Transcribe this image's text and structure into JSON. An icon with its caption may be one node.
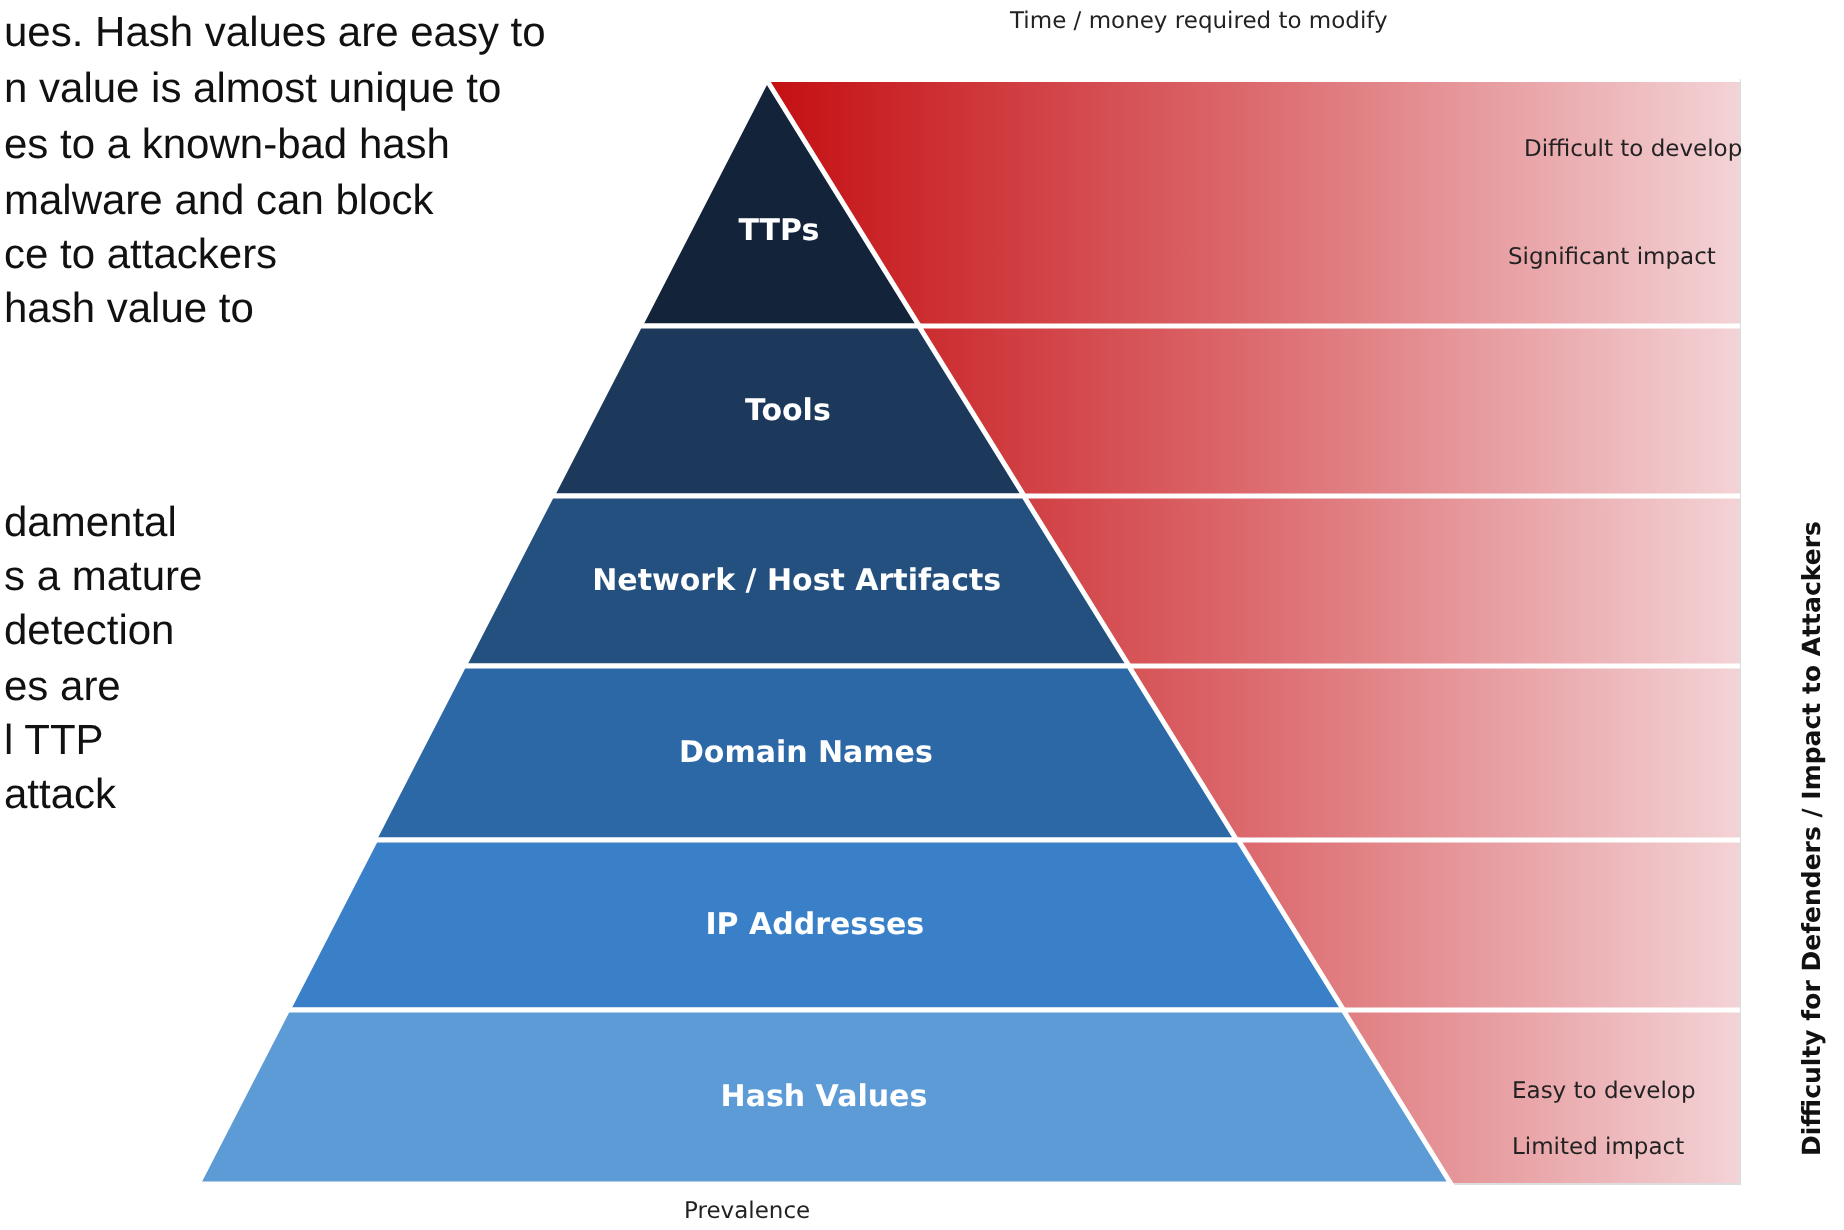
{
  "diagram": {
    "nodes": [
      {
        "text": [
          "TTPs"
        ]
      },
      {
        "text": [
          "Tools"
        ]
      },
      {
        "text": [
          "Network / Host Artifacts"
        ]
      },
      {
        "text": [
          "Domain Names"
        ]
      },
      {
        "text": [
          "IP Addresses"
        ]
      },
      {
        "text": [
          "Hash Values"
        ]
      }
    ],
    "labels": [
      "ues. Hash values are easy to",
      "n value is almost unique to",
      "es to a known-bad hash",
      "malware and can block",
      "ce to attackers",
      "hash value to",
      "Time / money required to modify",
      "Difficult to develop",
      "Significant impact",
      "damental",
      "s a mature",
      "detection",
      "es are",
      "l TTP",
      "attack",
      "Easy to develop",
      "Limited impact",
      "Prevalence",
      "Difficulty for Defenders / Impact to Attackers"
    ]
  }
}
